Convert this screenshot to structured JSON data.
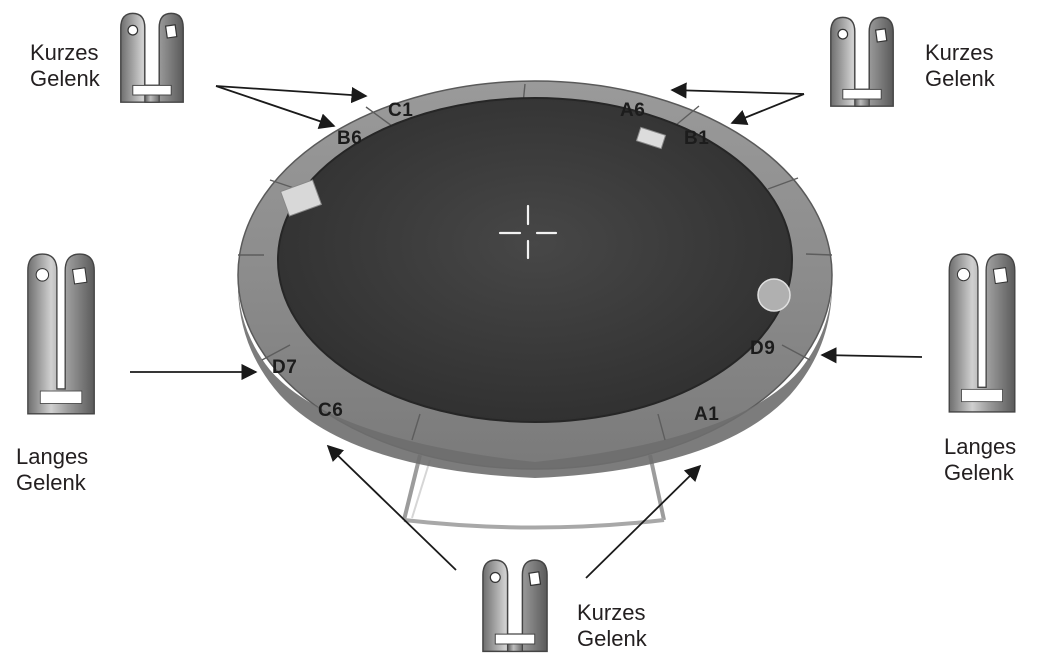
{
  "positions": {
    "c1": "C1",
    "b6": "B6",
    "a6": "A6",
    "b1": "B1",
    "d7": "D7",
    "c6": "C6",
    "d9": "D9",
    "a1": "A1"
  },
  "callouts": {
    "top_left": {
      "line1": "Kurzes",
      "line2": "Gelenk",
      "type": "short"
    },
    "top_right": {
      "line1": "Kurzes",
      "line2": "Gelenk",
      "type": "short"
    },
    "left": {
      "line1": "Langes",
      "line2": "Gelenk",
      "type": "long"
    },
    "right": {
      "line1": "Langes",
      "line2": "Gelenk",
      "type": "long"
    },
    "bottom": {
      "line1": "Kurzes",
      "line2": "Gelenk",
      "type": "short"
    }
  },
  "colors": {
    "pad": "#8a8a8a",
    "mat": "#3e3e3e",
    "arrow": "#1a1a1a",
    "text": "#231f20"
  }
}
